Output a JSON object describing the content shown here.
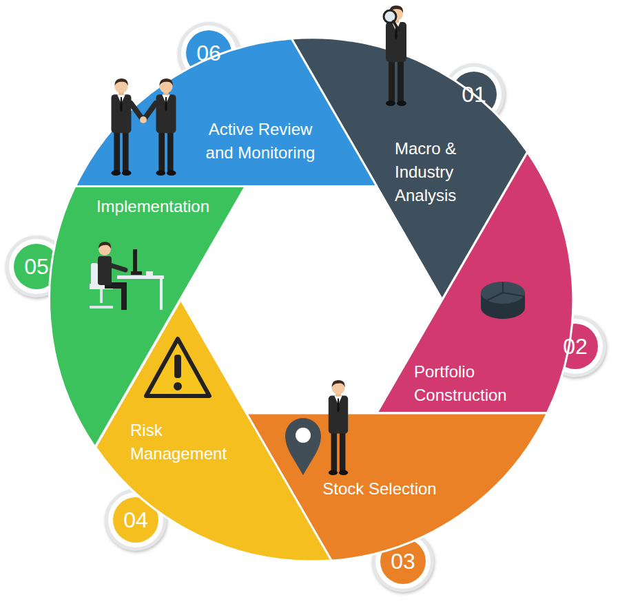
{
  "diagram": {
    "nodes": [
      {
        "text": [
          "01"
        ]
      },
      {
        "text": [
          "Macro & Industry Analysis"
        ]
      },
      {
        "text": [
          "02"
        ]
      },
      {
        "text": [
          "Portfolio Construction"
        ]
      },
      {
        "text": [
          "03"
        ]
      },
      {
        "text": [
          "Stock Selection"
        ]
      },
      {
        "text": [
          "04"
        ]
      },
      {
        "text": [
          "Risk Management"
        ]
      },
      {
        "text": [
          "05"
        ]
      },
      {
        "text": [
          "Implementation"
        ]
      },
      {
        "text": [
          "06"
        ]
      },
      {
        "text": [
          "Active Review and Monitoring"
        ]
      }
    ]
  }
}
